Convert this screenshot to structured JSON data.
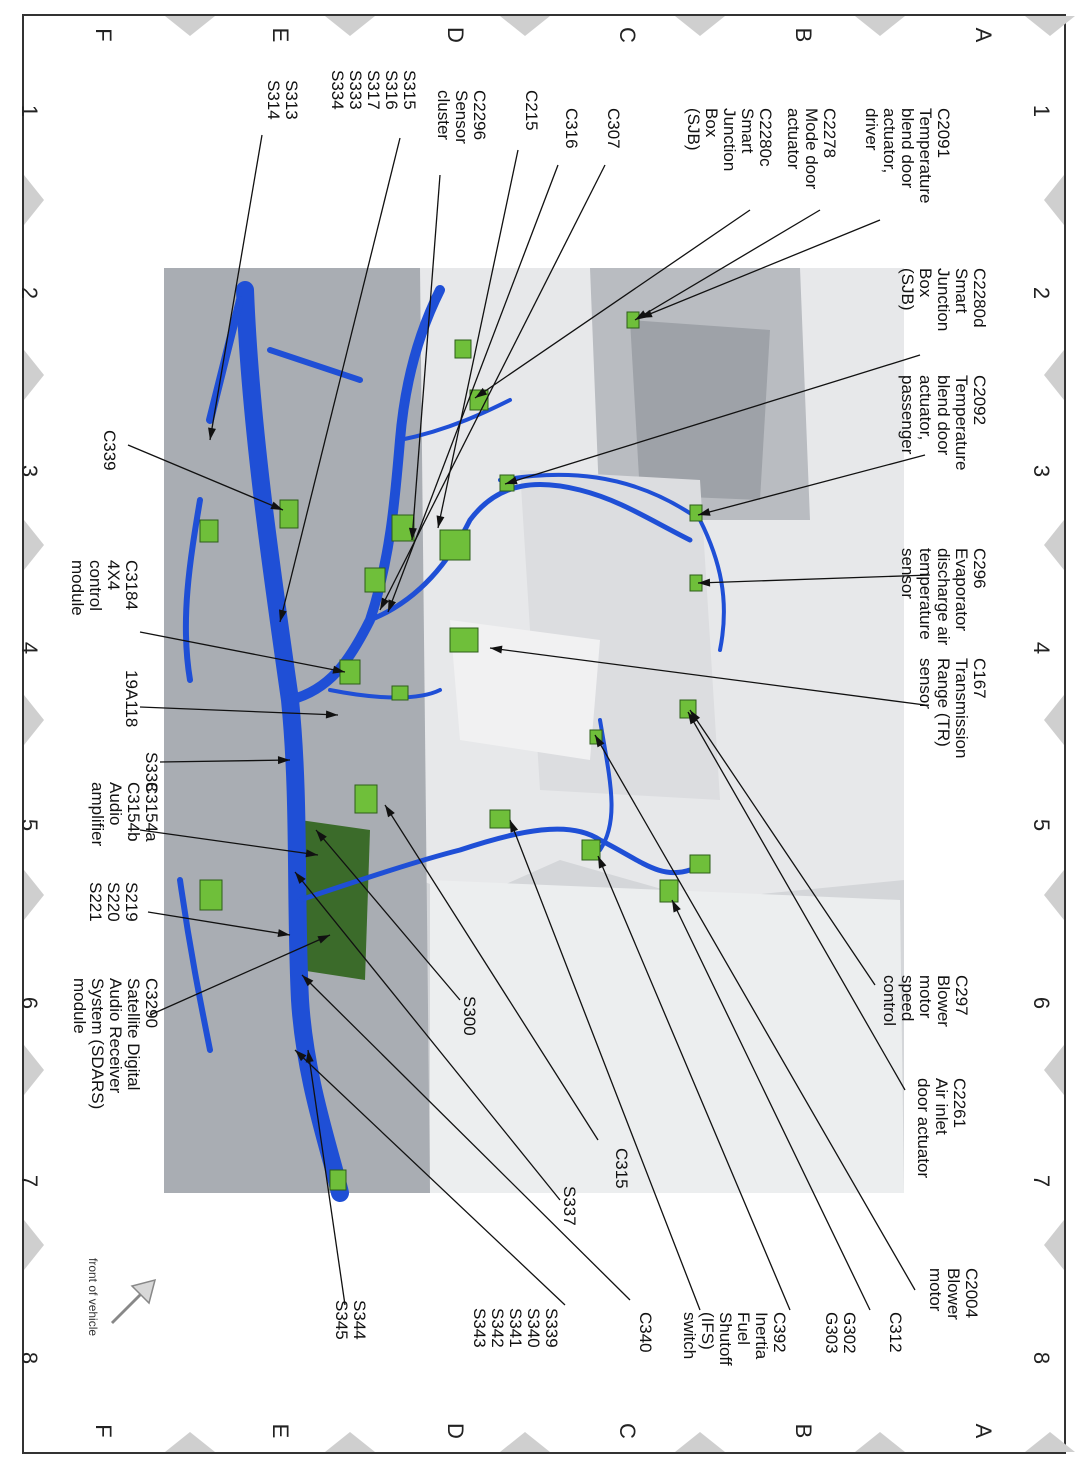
{
  "grid": {
    "rows_top": [
      "A",
      "B",
      "C",
      "D",
      "E",
      "F"
    ],
    "rows_bottom": [
      "A",
      "B",
      "C",
      "D",
      "E",
      "F"
    ],
    "cols_left": [
      "1",
      "2",
      "3",
      "4",
      "5",
      "6",
      "7",
      "8"
    ],
    "cols_right": [
      "1",
      "2",
      "3",
      "4",
      "5",
      "6",
      "7",
      "8"
    ]
  },
  "colors": {
    "harness": "#1f4fd6",
    "connector": "#6fbf3a",
    "body": "#c9ccd0",
    "lead": "#111111"
  },
  "callouts": {
    "c2091": "C2091\nTemperature\nblend door\nactuator,\ndriver",
    "c2280d": "C2280d\nSmart\nJunction\nBox\n(SJB)",
    "c2092": "C2092\nTemperature\nblend door\nactuator,\npassenger",
    "c296": "C296\nEvaporator\ndischarge air\ntemperature\nsensor",
    "c167": "C167\nTransmission\nRange (TR)\nsensor",
    "c297": "C297\nBlower\nmotor\nspeed\ncontrol",
    "c2261": "C2261\nAir inlet\ndoor actuator",
    "c2004": "C2004\nBlower\nmotor",
    "c2278": "C2278\nMode door\nactuator",
    "c2280c": "C2280c\nSmart\nJunction\nBox\n(SJB)",
    "c307": "C307",
    "c316": "C316",
    "c215": "C215",
    "c2296": "C2296\nSensor\ncluster",
    "s315": "S315\nS316\nS317\nS333\nS334",
    "s313": "S313\nS314",
    "c339": "C339",
    "c3184": "C3184\n4X4\ncontrol\nmodule",
    "n19a118": "19A118",
    "s338": "S338",
    "c3154": "C3154a\nC3154b\nAudio\namplifier",
    "s219": "S219\nS220\nS221",
    "c3290": "C3290\nSatellite Digital\nAudio Receiver\nSystem (SDARS)\nmodule",
    "s300": "S300",
    "c315": "C315",
    "s337": "S337",
    "c340": "C340",
    "s339": "S339\nS340\nS341\nS342\nS343",
    "s344": "S344\nS345",
    "c392": "C392\nInertia\nFuel\nShutoff\n(IFS)\nswitch",
    "g302": "G302\nG303",
    "c312": "C312"
  },
  "front_label": "front of vehicle"
}
